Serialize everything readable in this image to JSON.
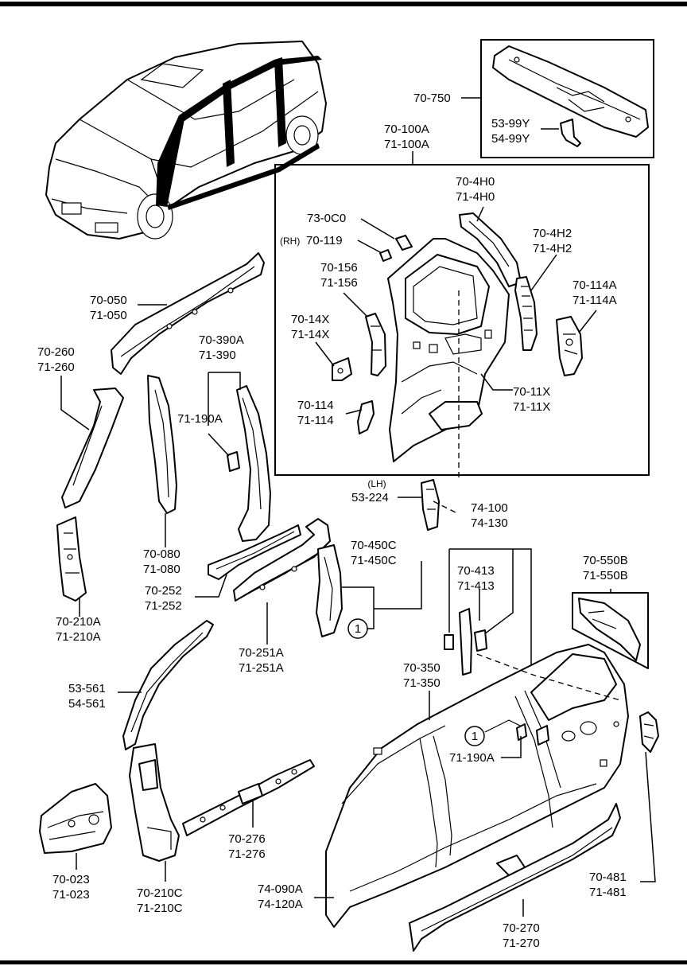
{
  "labels": {
    "p70_750": "70-750",
    "p53_99y": "53-99Y",
    "p54_99y": "54-99Y",
    "p70_100a": "70-100A",
    "p71_100a": "71-100A",
    "p70_4h0": "70-4H0",
    "p71_4h0": "71-4H0",
    "p73_0c0": "73-0C0",
    "rh": "(RH)",
    "p70_119": "70-119",
    "p70_4h2": "70-4H2",
    "p71_4h2": "71-4H2",
    "p70_156": "70-156",
    "p71_156": "71-156",
    "p70_114a": "70-114A",
    "p71_114a": "71-114A",
    "p70_14x": "70-14X",
    "p71_14x": "71-14X",
    "p70_11x": "70-11X",
    "p71_11x": "71-11X",
    "p70_114": "70-114",
    "p71_114": "71-114",
    "p70_050": "70-050",
    "p71_050": "71-050",
    "p70_260": "70-260",
    "p71_260": "71-260",
    "p70_390a": "70-390A",
    "p71_390": "71-390",
    "p71_190a": "71-190A",
    "p70_080": "70-080",
    "p71_080": "71-080",
    "p70_252": "70-252",
    "p71_252": "71-252",
    "p70_210a": "70-210A",
    "p71_210a": "71-210A",
    "lh": "(LH)",
    "p53_224": "53-224",
    "p74_100": "74-100",
    "p74_130": "74-130",
    "p70_450c": "70-450C",
    "p71_450c": "71-450C",
    "p70_413": "70-413",
    "p71_413": "71-413",
    "p70_550b": "70-550B",
    "p71_550b": "71-550B",
    "circle1": "1",
    "p70_251a": "70-251A",
    "p71_251a": "71-251A",
    "p70_350": "70-350",
    "p71_350": "71-350",
    "p53_561": "53-561",
    "p54_561": "54-561",
    "p71_190a_b": "71-190A",
    "p70_276": "70-276",
    "p71_276": "71-276",
    "p70_023": "70-023",
    "p71_023": "71-023",
    "p70_210c": "70-210C",
    "p71_210c": "71-210C",
    "p74_090a": "74-090A",
    "p74_120a": "74-120A",
    "p70_481": "70-481",
    "p71_481": "71-481",
    "p70_270": "70-270",
    "p71_270": "71-270"
  }
}
